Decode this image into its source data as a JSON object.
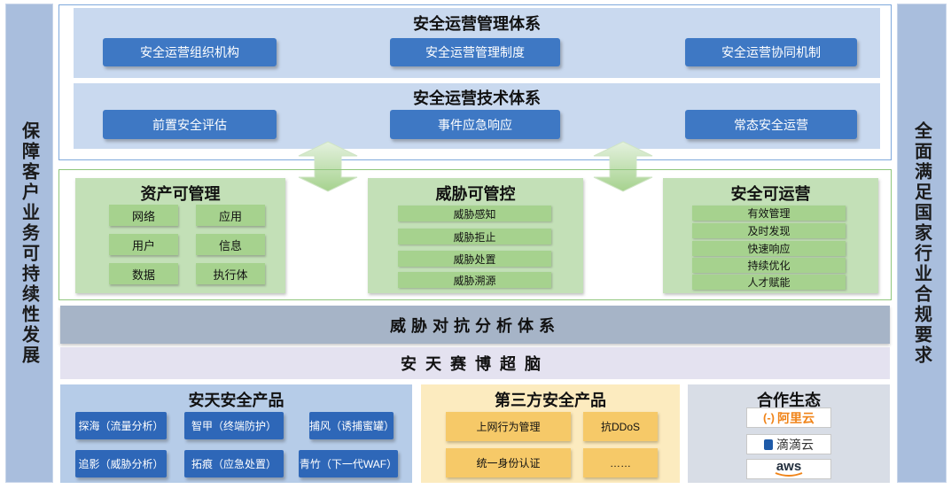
{
  "left_side": "保障客户业务可持续性发展",
  "right_side": "全面满足国家行业合规要求",
  "management_system": {
    "title": "安全运营管理体系",
    "items": [
      "安全运营组织机构",
      "安全运营管理制度",
      "安全运营协同机制"
    ]
  },
  "tech_system": {
    "title": "安全运营技术体系",
    "items": [
      "前置安全评估",
      "事件应急响应",
      "常态安全运营"
    ]
  },
  "asset": {
    "title": "资产可管理",
    "cells": [
      "网络",
      "应用",
      "用户",
      "信息",
      "数据",
      "执行体"
    ]
  },
  "threat": {
    "title": "威胁可管控",
    "rows": [
      "威胁感知",
      "威胁拒止",
      "威胁处置",
      "威胁溯源"
    ]
  },
  "operation": {
    "title": "安全可运营",
    "rows": [
      "有效管理",
      "及时发现",
      "快速响应",
      "持续优化",
      "人才赋能"
    ]
  },
  "threat_analysis": "威胁对抗分析体系",
  "brain": "安天赛博超脑",
  "antiy_products": {
    "title": "安天安全产品",
    "items": [
      "探海（流量分析）",
      "智甲（终端防护）",
      "捕风（诱捕蜜罐）",
      "追影（威胁分析）",
      "拓痕（应急处置）",
      "青竹（下一代WAF）"
    ]
  },
  "third_party": {
    "title": "第三方安全产品",
    "items": [
      "上网行为管理",
      "抗DDoS",
      "统一身份认证",
      "……"
    ]
  },
  "ecosystem": {
    "title": "合作生态",
    "logos": [
      "阿里云",
      "滴滴云",
      "aws"
    ],
    "aliyun_mark": "(-)"
  },
  "colors": {
    "blue_button": "#3e78c4",
    "green_panel": "#c3e0b7",
    "green_cell": "#a6d28e",
    "side_bar": "#a9bedd",
    "yellow_button": "#f6c968",
    "aliyun_orange": "#f08419",
    "didi_blue": "#1e5aa8",
    "aws_dark": "#232f3e"
  }
}
